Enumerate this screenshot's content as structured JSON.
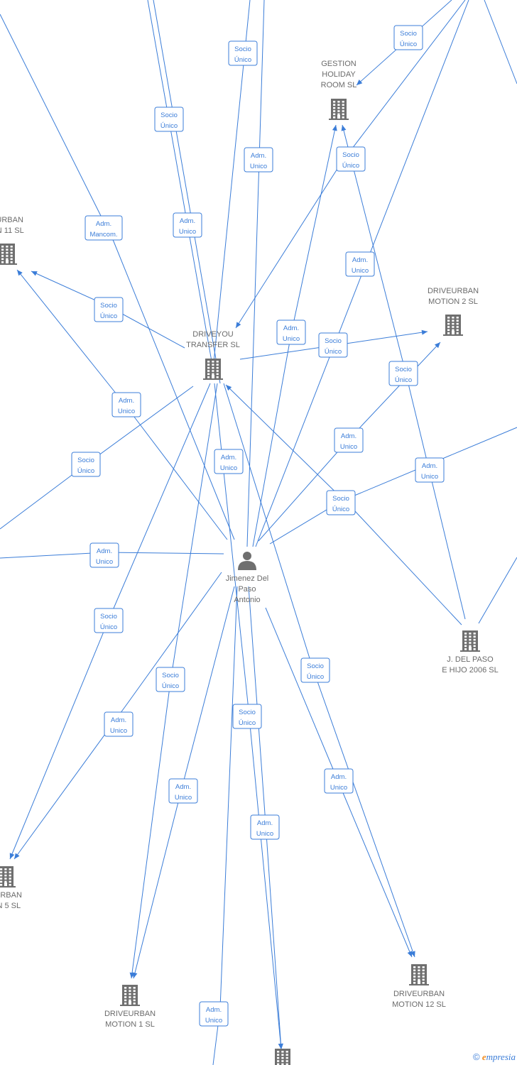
{
  "colors": {
    "edge": "#3b7dd8",
    "node": "#6f6f6f",
    "text": "#6b6b6b",
    "brand_accent": "#f08a1c"
  },
  "footer": {
    "copyright": "©",
    "brand_first": "e",
    "brand_rest": "mpresia"
  },
  "nodes": [
    {
      "id": "person",
      "type": "person-icon",
      "lines": [
        "Jimenez Del",
        "Paso",
        "Antonio"
      ]
    },
    {
      "id": "driveyou",
      "type": "building-icon",
      "lines": [
        "DRIVEYOU",
        "TRANSFER  SL"
      ]
    },
    {
      "id": "gestion",
      "type": "building-icon",
      "lines": [
        "GESTION",
        "HOLIDAY",
        "ROOM  SL"
      ]
    },
    {
      "id": "m2",
      "type": "building-icon",
      "lines": [
        "DRIVEURBAN",
        "MOTION 2  SL"
      ]
    },
    {
      "id": "m11",
      "type": "building-icon",
      "lines": [
        "EURBAN",
        "ON 11  SL"
      ]
    },
    {
      "id": "m5",
      "type": "building-icon",
      "lines": [
        "EURBAN",
        "ON 5  SL"
      ]
    },
    {
      "id": "m1",
      "type": "building-icon",
      "lines": [
        "DRIVEURBAN",
        "MOTION 1  SL"
      ]
    },
    {
      "id": "m12",
      "type": "building-icon",
      "lines": [
        "DRIVEURBAN",
        "MOTION 12  SL"
      ]
    },
    {
      "id": "jdp",
      "type": "building-icon",
      "lines": [
        "J.  DEL PASO",
        "E HIJO 2006  SL"
      ]
    },
    {
      "id": "bottom",
      "type": "building-icon",
      "lines": []
    }
  ],
  "edge_labels": [
    {
      "id": "l01",
      "lines": [
        "Socio",
        "Único"
      ]
    },
    {
      "id": "l02",
      "lines": [
        "Socio",
        "Único"
      ]
    },
    {
      "id": "l03",
      "lines": [
        "Socio",
        "Único"
      ]
    },
    {
      "id": "l04",
      "lines": [
        "Adm.",
        "Unico"
      ]
    },
    {
      "id": "l05",
      "lines": [
        "Adm.",
        "Mancom."
      ]
    },
    {
      "id": "l06",
      "lines": [
        "Adm.",
        "Unico"
      ]
    },
    {
      "id": "l07",
      "lines": [
        "Socio",
        "Único"
      ]
    },
    {
      "id": "l08",
      "lines": [
        "Adm.",
        "Unico"
      ]
    },
    {
      "id": "l09",
      "lines": [
        "Socio",
        "Único"
      ]
    },
    {
      "id": "l10",
      "lines": [
        "Adm.",
        "Unico"
      ]
    },
    {
      "id": "l11",
      "lines": [
        "Socio",
        "Único"
      ]
    },
    {
      "id": "l12",
      "lines": [
        "Socio",
        "Único"
      ]
    },
    {
      "id": "l13",
      "lines": [
        "Adm.",
        "Unico"
      ]
    },
    {
      "id": "l14",
      "lines": [
        "Socio",
        "Único"
      ]
    },
    {
      "id": "l15",
      "lines": [
        "Adm.",
        "Unico"
      ]
    },
    {
      "id": "l16",
      "lines": [
        "Adm.",
        "Unico"
      ]
    },
    {
      "id": "l17",
      "lines": [
        "Adm.",
        "Unico"
      ]
    },
    {
      "id": "l18",
      "lines": [
        "Socio",
        "Único"
      ]
    },
    {
      "id": "l19",
      "lines": [
        "Adm.",
        "Unico"
      ]
    },
    {
      "id": "l20",
      "lines": [
        "Socio",
        "Único"
      ]
    },
    {
      "id": "l21",
      "lines": [
        "Socio",
        "Único"
      ]
    },
    {
      "id": "l22",
      "lines": [
        "Socio",
        "Único"
      ]
    },
    {
      "id": "l23",
      "lines": [
        "Adm.",
        "Unico"
      ]
    },
    {
      "id": "l24",
      "lines": [
        "Socio",
        "Único"
      ]
    },
    {
      "id": "l25",
      "lines": [
        "Adm.",
        "Unico"
      ]
    },
    {
      "id": "l26",
      "lines": [
        "Adm.",
        "Unico"
      ]
    },
    {
      "id": "l27",
      "lines": [
        "Adm.",
        "Unico"
      ]
    },
    {
      "id": "l28",
      "lines": [
        "Adm.",
        "Unico"
      ]
    }
  ]
}
